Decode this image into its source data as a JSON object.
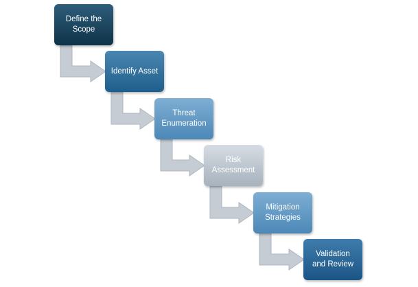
{
  "steps": [
    {
      "lines": [
        "Define the",
        "Scope"
      ],
      "top_color": "#2f5d7a",
      "bottom_color": "#0e3248"
    },
    {
      "lines": [
        "Identify Asset"
      ],
      "top_color": "#4a86b0",
      "bottom_color": "#1f5e8c"
    },
    {
      "lines": [
        "Threat",
        "Enumeration"
      ],
      "top_color": "#7eaed3",
      "bottom_color": "#4c88b7"
    },
    {
      "lines": [
        "Risk",
        "Assessment"
      ],
      "top_color": "#d6dce3",
      "bottom_color": "#a7b2bd"
    },
    {
      "lines": [
        "Mitigation",
        "Strategies"
      ],
      "top_color": "#7eaed3",
      "bottom_color": "#4c88b7"
    },
    {
      "lines": [
        "Validation",
        "and Review"
      ],
      "top_color": "#3f7cab",
      "bottom_color": "#1b5585"
    }
  ],
  "connector_color": "#c6ccd4",
  "connector_edge": "#aeb6bf"
}
